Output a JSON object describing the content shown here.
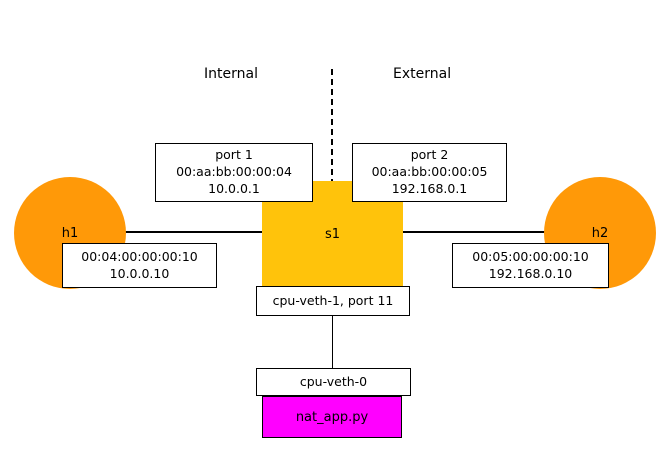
{
  "zones": {
    "internal": "Internal",
    "external": "External"
  },
  "switch": {
    "label": "s1",
    "port1": {
      "name": "port 1",
      "mac": "00:aa:bb:00:00:04",
      "ip": "10.0.0.1"
    },
    "port2": {
      "name": "port 2",
      "mac": "00:aa:bb:00:00:05",
      "ip": "192.168.0.1"
    },
    "cpu_port": "cpu-veth-1, port 11"
  },
  "hosts": {
    "h1": {
      "label": "h1",
      "mac": "00:04:00:00:00:10",
      "ip": "10.0.0.10"
    },
    "h2": {
      "label": "h2",
      "mac": "00:05:00:00:00:10",
      "ip": "192.168.0.10"
    }
  },
  "controller": {
    "veth": "cpu-veth-0",
    "app": "nat_app.py"
  },
  "colors": {
    "host_fill": "#ff9908",
    "switch_fill": "#ffc30b",
    "app_fill": "#ff00ff",
    "line": "#000000"
  }
}
